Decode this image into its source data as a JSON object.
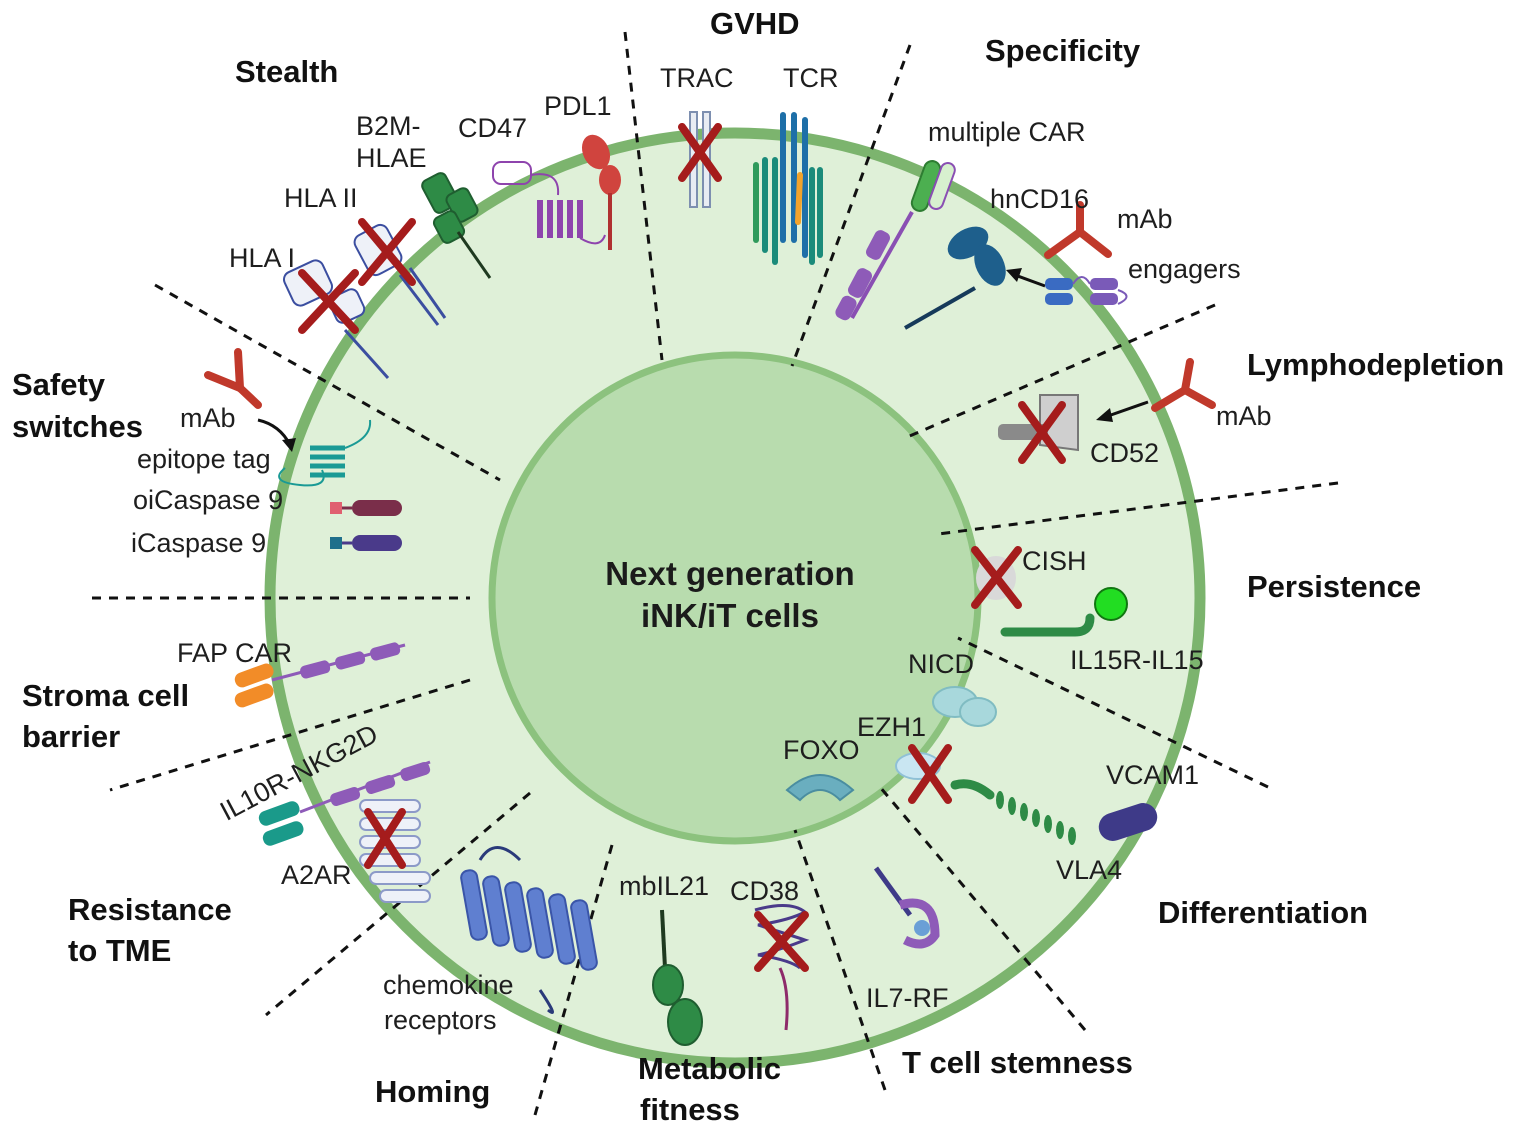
{
  "center_title": {
    "line1": "Next generation",
    "line2": "iNK/iT cells"
  },
  "categories": {
    "gvhd": "GVHD",
    "specificity": "Specificity",
    "stealth": "Stealth",
    "lymphodepletion": "Lymphodepletion",
    "safety_1": "Safety",
    "safety_2": "switches",
    "persistence": "Persistence",
    "stroma_1": "Stroma cell",
    "stroma_2": "barrier",
    "resistance_1": "Resistance",
    "resistance_2": "to TME",
    "differentiation": "Differentiation",
    "homing": "Homing",
    "metabolic_1": "Metabolic",
    "metabolic_2": "fitness",
    "stemness": "T cell stemness"
  },
  "molecules": {
    "trac": "TRAC",
    "tcr": "TCR",
    "multiple_car": "multiple CAR",
    "hncd16": "hnCD16",
    "mab_specificity": "mAb",
    "engagers": "engagers",
    "pdl1": "PDL1",
    "cd47": "CD47",
    "b2m_1": "B2M-",
    "b2m_2": "HLAE",
    "hla2": "HLA II",
    "hla1": "HLA I",
    "mab_lympho": "mAb",
    "cd52": "CD52",
    "mab_safety": "mAb",
    "epitope_tag": "epitope tag",
    "oicaspase": "oiCaspase 9",
    "icaspase": "iCaspase 9",
    "cish": "CISH",
    "il15": "IL15R-IL15",
    "nicd": "NICD",
    "ezh1": "EZH1",
    "foxo": "FOXO",
    "fap_car": "FAP CAR",
    "il10r": "IL10R-NKG2D",
    "a2ar": "A2AR",
    "vcam1": "VCAM1",
    "vla4": "VLA4",
    "chemokine_1": "chemokine",
    "chemokine_2": "receptors",
    "mbil21": "mbIL21",
    "cd38": "CD38",
    "il7rf": "IL7-RF"
  },
  "colors": {
    "outer_cell": "#dff0d8",
    "outer_border": "#7cb46e",
    "nucleus": "#b8dcae",
    "nucleus_border": "#8cc27e",
    "knockout_x": "#a51c1c",
    "antibody": "#c0392b"
  }
}
